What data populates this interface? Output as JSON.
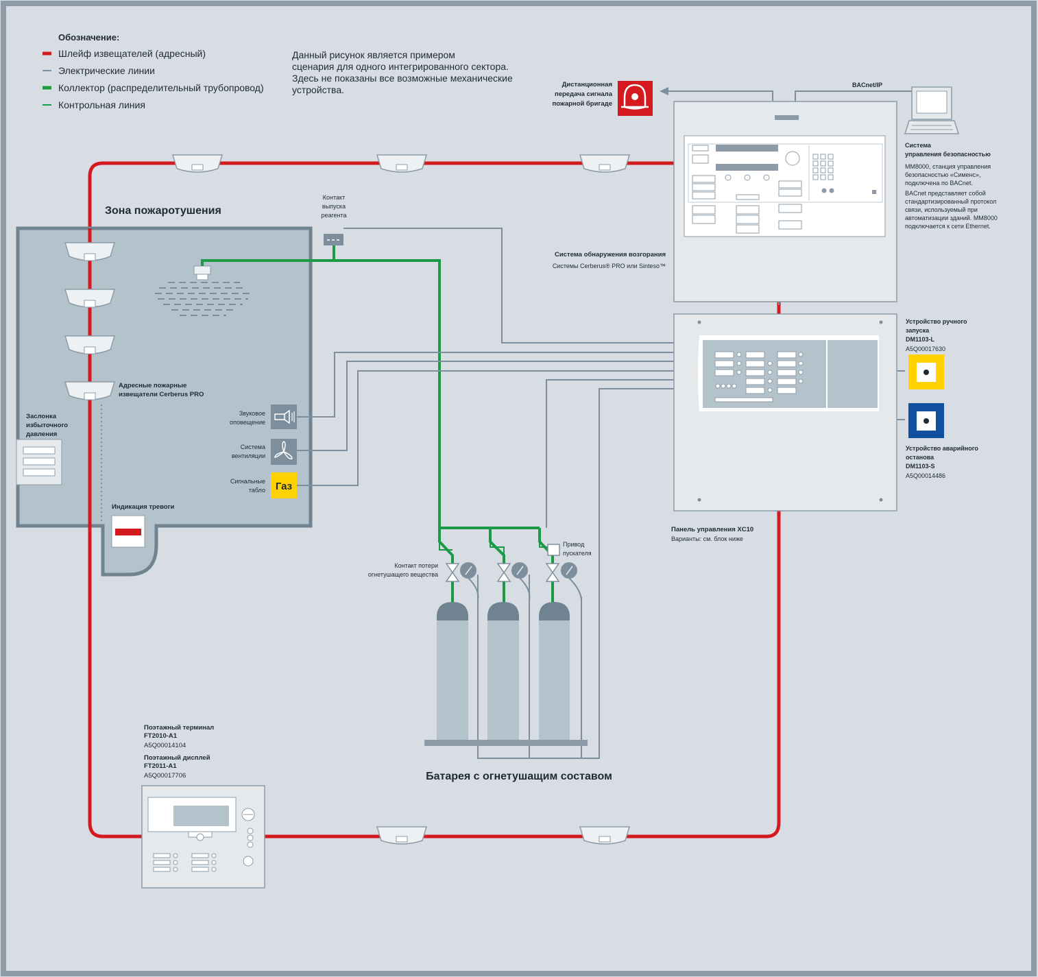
{
  "legend": {
    "title": "Обозначение:",
    "items": [
      {
        "label": "Шлейф извещателей (адресный)",
        "color": "#d4191f",
        "style": "thick"
      },
      {
        "label": "Электрические линии",
        "color": "#7d8f9c",
        "style": "thin"
      },
      {
        "label": "Коллектор (распределительный трубопровод)",
        "color": "#1b9a45",
        "style": "thick"
      },
      {
        "label": "Контрольная линия",
        "color": "#1b9a45",
        "style": "thin"
      }
    ]
  },
  "note": [
    "Данный рисунок является примером",
    "сценария для одного интегрированного сектора.",
    "Здесь не показаны все возможные механические",
    "устройства."
  ],
  "remote_transmission": [
    "Дистанционная",
    "передача сигнала",
    "пожарной бригаде"
  ],
  "bacnet_label": "BACnet/IP",
  "management_system": {
    "title": [
      "Система",
      "управления безопасностью"
    ],
    "description": [
      "MM8000, станция управления",
      "безопасностью «Сименс»,",
      "подключена по BACnet.",
      "BACnet представляет собой",
      "стандартизированный протокол",
      "связи, используемый при",
      "автоматизации зданий. MM8000",
      "подключается к сети Ethernet."
    ]
  },
  "detection_system": {
    "title": "Система обнаружения возгорания",
    "subtitle": "Системы Cerberus® PRO или Sinteso™"
  },
  "zone_title": "Зона пожаротушения",
  "release_contact": [
    "Контакт",
    "выпуска",
    "реагента"
  ],
  "detectors_label": [
    "Адресные пожарные",
    "извещатели Cerberus PRO"
  ],
  "pressure_damper": [
    "Заслонка",
    "избыточного",
    "давления"
  ],
  "alarm_indication": "Индикация тревоги",
  "sounder": [
    "Звуковое",
    "оповещение"
  ],
  "ventilation": [
    "Система",
    "вентиляции"
  ],
  "signal_boards": [
    "Сигнальные",
    "табло"
  ],
  "gas_sign": "Газ",
  "loss_contact": [
    "Контакт потери",
    "огнетушащего вещества"
  ],
  "actuator": [
    "Привод",
    "пускателя"
  ],
  "battery_title": "Батарея с огнетушащим составом",
  "panel_xc10": {
    "title": "Панель управления XC10",
    "subtitle": "Варианты: см. блок ниже"
  },
  "manual_release": {
    "title": [
      "Устройство ручного",
      "запуска",
      "DM1103-L"
    ],
    "code": "A5Q00017630"
  },
  "emergency_stop": {
    "title": [
      "Устройство аварийного",
      "останова",
      "DM1103-S"
    ],
    "code": "A5Q00014486"
  },
  "floor_terminal": {
    "line1": [
      "Поэтажный терминал",
      "FT2010-A1"
    ],
    "code1": "A5Q00014104",
    "line2": [
      "Поэтажный дисплей",
      "FT2011-A1"
    ],
    "code2": "A5Q00017706"
  },
  "colors": {
    "loop": "#d4191f",
    "electric": "#7d8f9c",
    "pipe": "#1b9a45",
    "fire_red": "#d4191f",
    "yellow": "#ffd200",
    "blue": "#1150a0",
    "zone_fill": "#b4c3cb",
    "zone_border": "#6f8391",
    "frame": "#8c9ba7"
  }
}
